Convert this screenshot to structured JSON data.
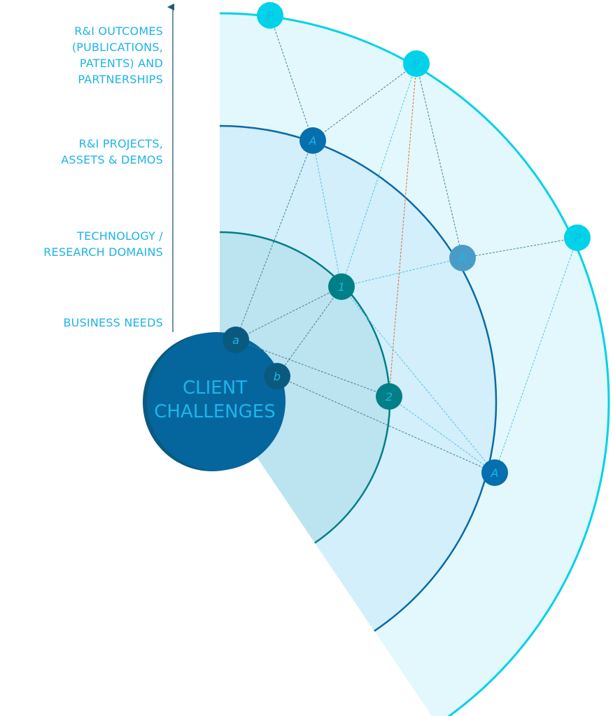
{
  "levels": [
    {
      "label": "R&I OUTCOMES\n(PUBLICATIONS,\nPATENTS) AND\nPARTNERSHIPS"
    },
    {
      "label": "R&I PROJECTS,\nASSETS & DEMOS"
    },
    {
      "label": "TECHNOLOGY /\nRESEARCH DOMAINS"
    },
    {
      "label": "BUSINESS NEEDS"
    }
  ],
  "center": {
    "line1": "CLIENT",
    "line2": "CHALLENGES"
  },
  "nodes": [
    {
      "id": "P1",
      "label": "P",
      "ring": "outcomes"
    },
    {
      "id": "P2",
      "label": "P",
      "ring": "outcomes"
    },
    {
      "id": "P3",
      "label": "P",
      "ring": "outcomes"
    },
    {
      "id": "A1",
      "label": "A",
      "ring": "projects"
    },
    {
      "id": "A2",
      "label": "A",
      "ring": "projects"
    },
    {
      "id": "A3",
      "label": "A",
      "ring": "projects"
    },
    {
      "id": "T1",
      "label": "1",
      "ring": "technology"
    },
    {
      "id": "T2",
      "label": "2",
      "ring": "technology"
    },
    {
      "id": "Na",
      "label": "a",
      "ring": "business"
    },
    {
      "id": "Nb",
      "label": "b",
      "ring": "business"
    }
  ],
  "edges": [
    [
      "P1",
      "A1",
      "dark"
    ],
    [
      "P2",
      "A1",
      "dark"
    ],
    [
      "P2",
      "T1",
      "light"
    ],
    [
      "P2",
      "T2",
      "orange"
    ],
    [
      "P2",
      "A2",
      "dark"
    ],
    [
      "P3",
      "A2",
      "dark"
    ],
    [
      "P3",
      "A3",
      "light"
    ],
    [
      "A1",
      "Na",
      "dark"
    ],
    [
      "A1",
      "T1",
      "light"
    ],
    [
      "A2",
      "T1",
      "light"
    ],
    [
      "T1",
      "Na",
      "dark"
    ],
    [
      "T1",
      "Nb",
      "dark"
    ],
    [
      "T1",
      "A3",
      "light"
    ],
    [
      "Na",
      "T2",
      "dark"
    ],
    [
      "Nb",
      "A3",
      "dark"
    ],
    [
      "T2",
      "A3",
      "light"
    ]
  ],
  "colors": {
    "outer_fill": "#e3f8fc",
    "outer_stroke": "#00d2ea",
    "mid_fill": "#d2effb",
    "mid_stroke": "#0a6aa8",
    "inner_fill": "#bce3f0",
    "inner_stroke": "#007f86",
    "center_fill": "#05669e",
    "center_shadow": "#0a5a80",
    "text": "#1fb3ea",
    "edge_dark": "#3f7f94",
    "edge_light": "#4fc0ea",
    "edge_orange": "#d96a2a"
  }
}
